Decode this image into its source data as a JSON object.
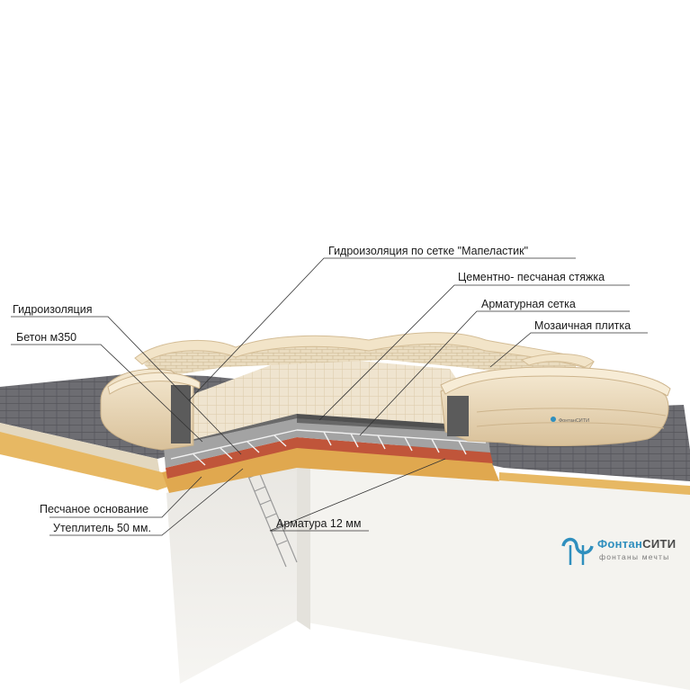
{
  "labels": {
    "mapelastic": "Гидроизоляция по сетке \"Мапеластик\"",
    "screed": "Цементно- песчаная стяжка",
    "mesh": "Арматурная сетка",
    "mosaic": "Мозаичная плитка",
    "waterproofing": "Гидроизоляция",
    "concrete": "Бетон м350",
    "sand": "Песчаное основание",
    "insulation": "Утеплитель 50 мм.",
    "rebar": "Арматура 12 мм"
  },
  "logo": {
    "name_part1": "Фонтан",
    "name_part2": "СИТИ",
    "tagline": "фонтаны мечты",
    "badge_text": "ФонтанСИТИ"
  },
  "colors": {
    "stone": "#efe0c4",
    "stone_dark": "#d8c29e",
    "paving": "#6e6e72",
    "concrete": "#9a9a9a",
    "insulation": "#c0553a",
    "sand": "#e0b25a",
    "wall_light": "#f1efea",
    "accent": "#2f8fbe"
  }
}
